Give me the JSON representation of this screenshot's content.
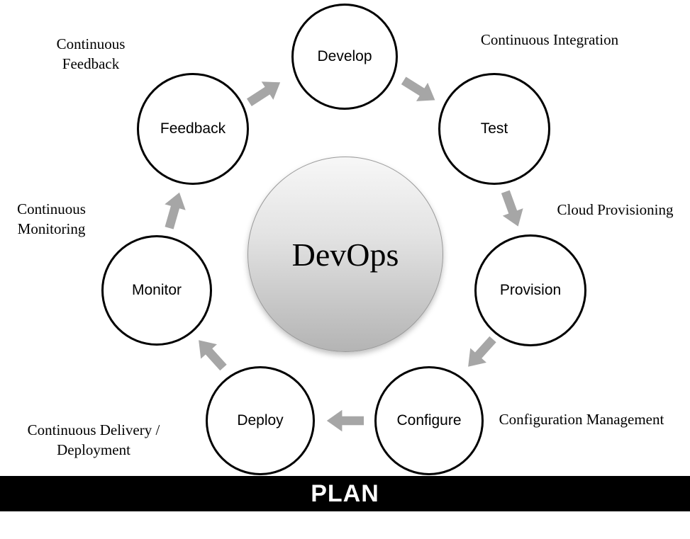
{
  "center": {
    "label": "DevOps"
  },
  "nodes": [
    {
      "id": "develop",
      "label": "Develop"
    },
    {
      "id": "test",
      "label": "Test"
    },
    {
      "id": "provision",
      "label": "Provision"
    },
    {
      "id": "configure",
      "label": "Configure"
    },
    {
      "id": "deploy",
      "label": "Deploy"
    },
    {
      "id": "monitor",
      "label": "Monitor"
    },
    {
      "id": "feedback",
      "label": "Feedback"
    }
  ],
  "annotations": [
    {
      "id": "continuous-feedback",
      "text": "Continuous Feedback"
    },
    {
      "id": "continuous-integration",
      "text": "Continuous Integration"
    },
    {
      "id": "cloud-provisioning",
      "text": "Cloud Provisioning"
    },
    {
      "id": "configuration-management",
      "text": "Configuration Management"
    },
    {
      "id": "continuous-delivery",
      "text": "Continuous Delivery / Deployment"
    },
    {
      "id": "continuous-monitoring",
      "text": "Continuous Monitoring"
    }
  ],
  "footer": {
    "label": "PLAN"
  },
  "colors": {
    "arrow": "#a6a6a6",
    "circle_border": "#000000",
    "footer_bg": "#000000",
    "footer_text": "#ffffff"
  }
}
